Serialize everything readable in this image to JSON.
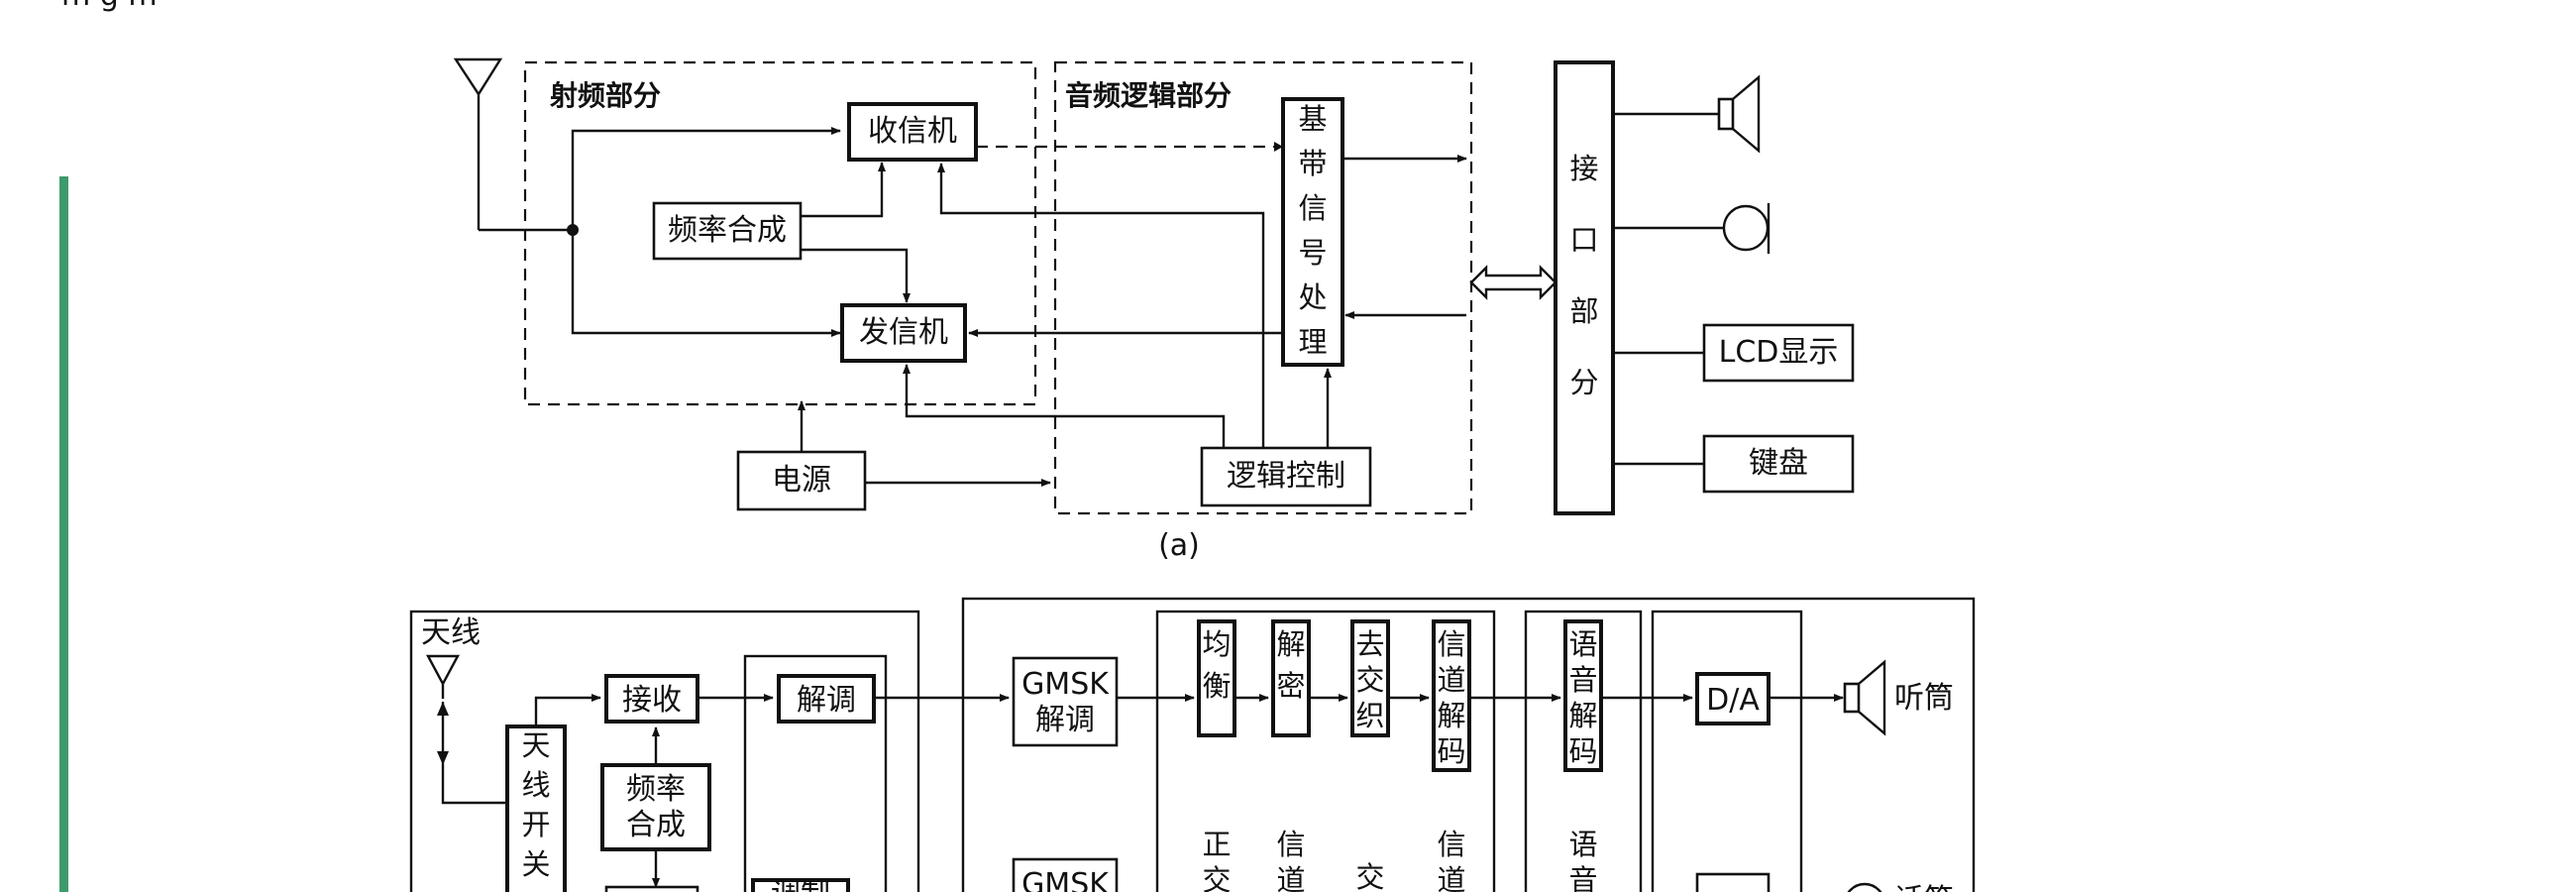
{
  "page": {
    "top_fragment": "m g m"
  },
  "diagram_a": {
    "caption": "(a)",
    "rf_section": "射频部分",
    "audio_logic_section": "音频逻辑部分",
    "receiver": "收信机",
    "freq_synth": "频率合成",
    "transmitter": "发信机",
    "power": "电源",
    "baseband": "基带信号处理",
    "logic_control": "逻辑控制",
    "interface": "接口部分",
    "lcd": "LCD显示",
    "keyboard": "键盘"
  },
  "diagram_b": {
    "antenna_label": "天线",
    "antenna_switch": "天线开关",
    "receive": "接收",
    "freq_synth": "频率合成",
    "demod": "解调",
    "modulator_partial": "调制",
    "gmsk_demod": "GMSK解调",
    "gmsk_mod_partial": "GMSK",
    "equalize": "均衡",
    "decrypt": "解密",
    "deinterleave": "去交织",
    "channel_decode": "信道解码",
    "speech_decode": "语音解码",
    "da": "D/A",
    "earpiece": "听筒",
    "orthogonal_partial": "正交",
    "channel_code_partial": "信道",
    "interleave_partial": "交",
    "channel_partial2": "信道",
    "speech_code_partial": "语音",
    "mic_partial": "话筒"
  }
}
